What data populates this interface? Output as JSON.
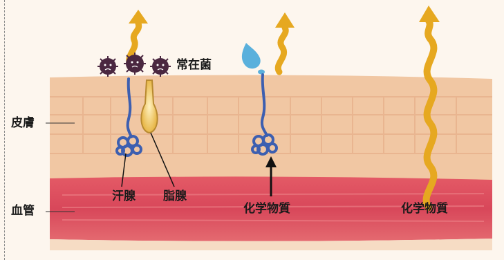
{
  "labels": {
    "bacteria": "常在菌",
    "skin": "皮膚",
    "blood_vessel": "血管",
    "sweat_gland": "汗腺",
    "sebaceous_gland": "脂腺",
    "chemical_1": "化学物質",
    "chemical_2": "化学物質"
  },
  "colors": {
    "skin": "#f2c9a6",
    "skin_grid": "#ecb999",
    "blood": "#e0505f",
    "blood_light": "#ec7a80",
    "arrow": "#e6a820",
    "gland": "#3d5fb0",
    "bacteria": "#4a2740",
    "droplet": "#5ab0dc"
  }
}
